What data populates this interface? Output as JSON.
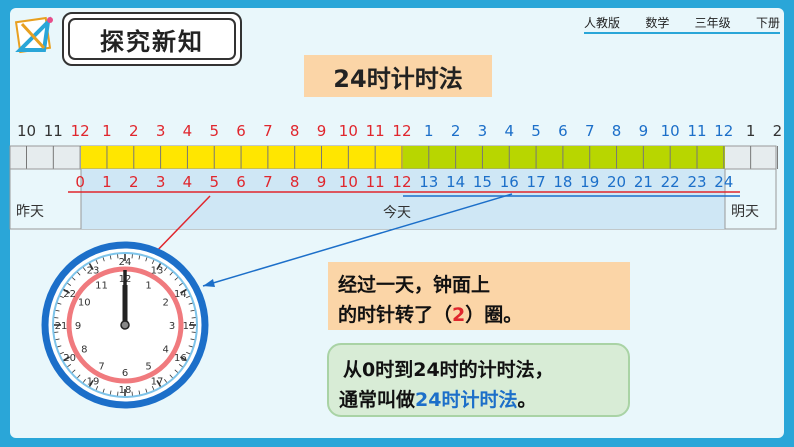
{
  "header": {
    "section_title": "探究新知",
    "publisher": "人教版",
    "subject": "数学",
    "grade": "三年级",
    "volume": "下册"
  },
  "title": "24时计时法",
  "top_ruler": [
    "10",
    "11",
    "12",
    "1",
    "2",
    "3",
    "4",
    "5",
    "6",
    "7",
    "8",
    "9",
    "10",
    "11",
    "12",
    "1",
    "2",
    "3",
    "4",
    "5",
    "6",
    "7",
    "8",
    "9",
    "10",
    "11",
    "12",
    "1",
    "2"
  ],
  "bottom_ruler": [
    "0",
    "1",
    "2",
    "3",
    "4",
    "5",
    "6",
    "7",
    "8",
    "9",
    "10",
    "11",
    "12",
    "13",
    "14",
    "15",
    "16",
    "17",
    "18",
    "19",
    "20",
    "21",
    "22",
    "23",
    "24"
  ],
  "day_labels": {
    "yesterday": "昨天",
    "today": "今天",
    "tomorrow": "明天"
  },
  "clock": {
    "outer_numbers": [
      "12",
      "1",
      "2",
      "3",
      "4",
      "5",
      "6",
      "7",
      "8",
      "9",
      "10",
      "11"
    ],
    "inner_numbers": [
      "24",
      "13",
      "14",
      "15",
      "16",
      "17",
      "18",
      "19",
      "20",
      "21",
      "22",
      "23"
    ],
    "time_shown": "12:00"
  },
  "message1": {
    "line1": "经过一天，钟面上",
    "line2_prefix": "的时针转了（",
    "answer": "2",
    "line2_suffix": "）圈。"
  },
  "message2": {
    "line1": "从0时到24时的计时法，",
    "line2_prefix": "通常叫做",
    "line2_highlight": "24时计时法",
    "line2_suffix": "。"
  },
  "colors": {
    "red": "#e0262d",
    "blue": "#1c6fc9",
    "yellow_bar": "#ffe600",
    "green_bar": "#b8d600",
    "blue_frame": "#1c6fc9"
  }
}
